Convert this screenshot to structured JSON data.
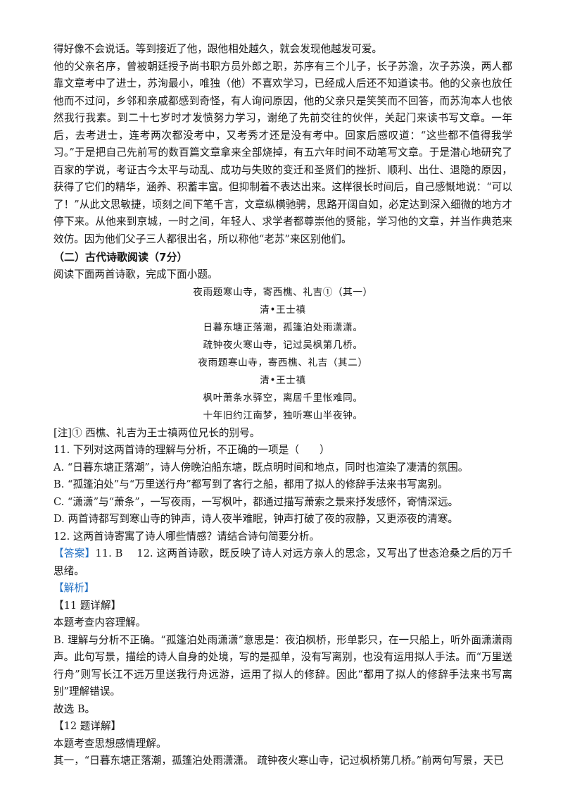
{
  "passage": {
    "line_cont": "得好像不会说话。等到接近了他，跟他相处越久，就会发现他越发可爱。",
    "para_father": "他的父亲名序，曾被朝廷授予尚书职方员外郎之职，苏序有三个儿子，长子苏澹，次子苏涣，两人都靠文章考中了进士，苏洵最小，唯独（他）不喜欢学习，已经成人后还不知道读书。他的父亲也放任他而不过问，乡邻和亲戚都感到奇怪，有人询问原因，他的父亲只是笑笑而不回答，而苏洵本人也依然我行我素。到二十七岁时才发愤努力学习，谢绝了先前交往的伙伴，关起门来读书写文章。一年后，去考进士，连考两次都没考中，又考秀才还是没有考中。回家后感叹道：“这些都不值得我学习。”于是把自己先前写的数百篇文章拿来全部烧掉，有五六年时间不动笔写文章。于是潜心地研究了百家的学说，考证古今太平与动乱、成功与失败的变迁和圣贤们的挫折、顺利、出仕、退隐的原因，获得了它们的精华，涵养、积蓄丰富。但抑制着不表达出来。这样很长时间后，自己感慨地说：“可以了！”从此文思敏捷，顷刻之间下笔千言，文章纵横驰骋，思路开阔自如，必定达到深入细微的地方才停下来。从他来到京城，一时之间，年轻人、求学者都尊崇他的贤能，学习他的文章，并当作典范来效仿。因为他们父子三人都很出名，所以称他“老苏”来区别他们。"
  },
  "section": {
    "heading": "（二）古代诗歌阅读（7分）",
    "instruction": "阅读下面两首诗歌，完成下面小题。"
  },
  "poems": [
    {
      "title": "夜雨题寒山寺，寄西樵、礼吉①（其一）",
      "author": "清•王士禛",
      "lines": [
        "日暮东塘正落潮，孤篷泊处雨潇潇。",
        "疏钟夜火寒山寺，记过吴枫第几桥。"
      ]
    },
    {
      "title": "夜雨题寒山寺，寄西樵、礼吉（其二）",
      "author": "清•王士禛",
      "lines": [
        "枫叶萧条水驿空，离居千里怅难同。",
        "十年旧约江南梦，独听寒山半夜钟。"
      ]
    }
  ],
  "note": "[注]① 西樵、礼吉为王士禛两位兄长的别号。",
  "questions": {
    "q11": "11. 下列对这两首诗的理解与分析，不正确的一项是（　　）",
    "options": [
      "A. “日暮东塘正落潮”，诗人傍晚泊船东塘，既点明时间和地点，同时也渲染了凄清的氛围。",
      "B. “孤篷泊处”与“万里送行舟”都写到了客行之船，都用了拟人的修辞手法来书写离别。",
      "C. “潇潇”与“萧条”，一写夜雨，一写枫叶，都通过描写萧索之景来抒发感怀，寄情深远。",
      "D. 两首诗都写到寒山寺的钟声，诗人夜半难眠，钟声打破了夜的寂静，又更添夜的清寒。"
    ],
    "q12": "12. 这两首诗寄寓了诗人哪些情感？请结合诗句简要分析。"
  },
  "answer": {
    "tag": "【答案】",
    "text": "11. B　 12. 这两首诗歌，既反映了诗人对远方亲人的思念，又写出了世态沧桑之后的万千思绪。"
  },
  "analysis": {
    "tag": "【解析】",
    "h11": "【11 题详解】",
    "p11_intro": "本题考查内容理解。",
    "p11_body": "B. 理解与分析不正确。“孤篷泊处雨潇潇”意思是：夜泊枫桥，形单影只，在一只船上，听外面潇潇雨声。此句写景，描绘的诗人自身的处境，写的是孤单，没有写离别，也没有运用拟人手法。而“万里送行舟”则写长江不远万里送我行舟远游，运用了拟人的修辞。因此“都用了拟人的修辞手法来书写离别”理解错误。",
    "p11_end": "故选 B。",
    "h12": "【12 题详解】",
    "p12_intro": "本题考查思想感情理解。",
    "p12_body": "其一，“日暮东塘正落潮，孤篷泊处雨潇潇。 疏钟夜火寒山寺，记过枫桥第几桥。”前两句写景，天已"
  }
}
